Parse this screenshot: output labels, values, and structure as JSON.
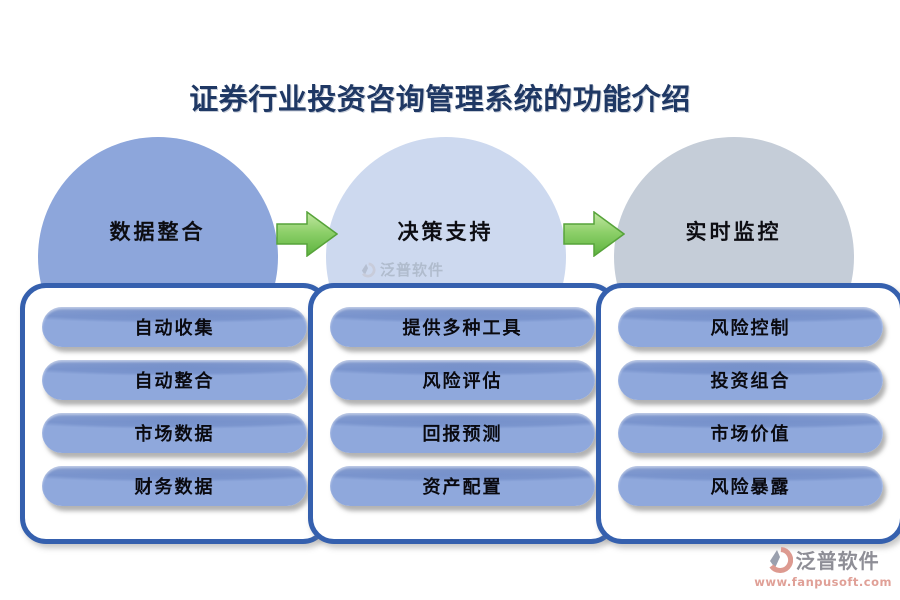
{
  "title": "证券行业投资咨询管理系统的功能介绍",
  "columns": [
    {
      "circle_label": "数据整合",
      "circle_color": "#8da6db",
      "items": [
        "自动收集",
        "自动整合",
        "市场数据",
        "财务数据"
      ]
    },
    {
      "circle_label": "决策支持",
      "circle_color": "#cdd9ef",
      "items": [
        "提供多种工具",
        "风险评估",
        "回报预测",
        "资产配置"
      ]
    },
    {
      "circle_label": "实时监控",
      "circle_color": "#c5cdd8",
      "items": [
        "风险控制",
        "投资组合",
        "市场价值",
        "风险暴露"
      ]
    }
  ],
  "watermark": {
    "text": "泛普软件"
  },
  "footer": {
    "brand": "泛普软件",
    "url": "www.fanpusoft.com"
  },
  "theme": {
    "title_color": "#1f3864",
    "panel_border": "#3560ae",
    "pill_fill": "#8fa8dc",
    "arrow_top": "#c3e7a4",
    "arrow_mid": "#8ed06a",
    "arrow_bottom": "#5cb33e",
    "arrow_border": "#57a33a",
    "footer_brand_color": "#8e8e96",
    "footer_url_color": "#e0a097"
  }
}
